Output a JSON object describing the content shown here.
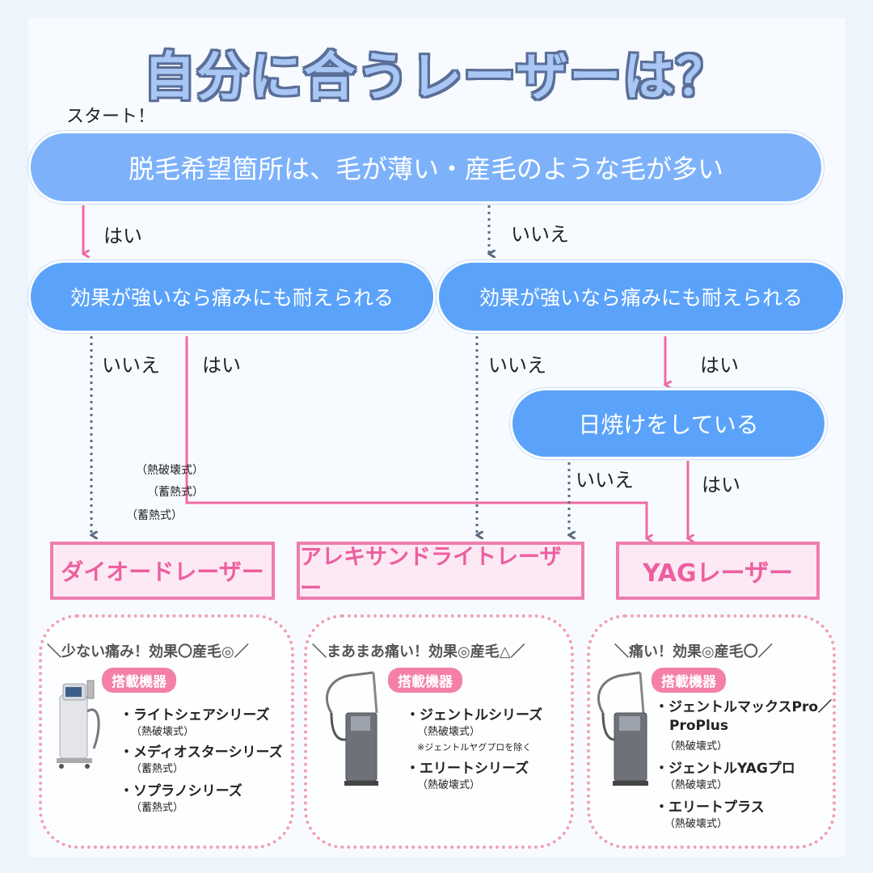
{
  "title": "自分に合うレーザーは？",
  "start_label": "スタート！",
  "q1": "脱毛希望箇所は、毛が薄い・産毛のような毛が多い",
  "q2_left": "効果が強いなら痛みにも耐えられる",
  "q2_right": "効果が強いなら痛みにも耐えられる",
  "q3": "日焼けをしている",
  "yes": "はい",
  "no": "いいえ",
  "notes": [
    "（熱破壊式）",
    "（蓄熱式）",
    "（蓄熱式）"
  ],
  "results": {
    "diode": "ダイオードレーザー",
    "alex": "アレキサンドライトレーザー",
    "yag": "YAGレーザー"
  },
  "cards": {
    "diode": {
      "head": "＼少ない痛み！効果〇産毛◎／",
      "tag": "搭載機器",
      "items": [
        {
          "name": "・ライトシェアシリーズ",
          "sub": "（熱破壊式）"
        },
        {
          "name": "・メディオスターシリーズ",
          "sub": "（蓄熱式）"
        },
        {
          "name": "・ソプラノシリーズ",
          "sub": "（蓄熱式）"
        }
      ]
    },
    "alex": {
      "head": "＼まあまあ痛い！効果◎産毛△／",
      "tag": "搭載機器",
      "items": [
        {
          "name": "・ジェントルシリーズ",
          "sub": "（熱破壊式）",
          "note": "※ジェントルヤグプロを除く"
        },
        {
          "name": "・エリートシリーズ",
          "sub": "（熱破壊式）"
        }
      ]
    },
    "yag": {
      "head": "＼痛い！効果◎産毛〇／",
      "tag": "搭載機器",
      "items": [
        {
          "name": "・ジェントルマックスPro／",
          "name2": "ProPlus",
          "sub": "（熱破壊式）"
        },
        {
          "name": "・ジェントルYAGプロ",
          "sub": "（熱破壊式）"
        },
        {
          "name": "・エリートプラス",
          "sub": "（熱破壊式）"
        }
      ]
    }
  },
  "colors": {
    "pill": "#7db2fb",
    "pill_dark": "#5ba3fa",
    "pink": "#ef7dae",
    "dotted_arrow": "#5b6b82"
  }
}
